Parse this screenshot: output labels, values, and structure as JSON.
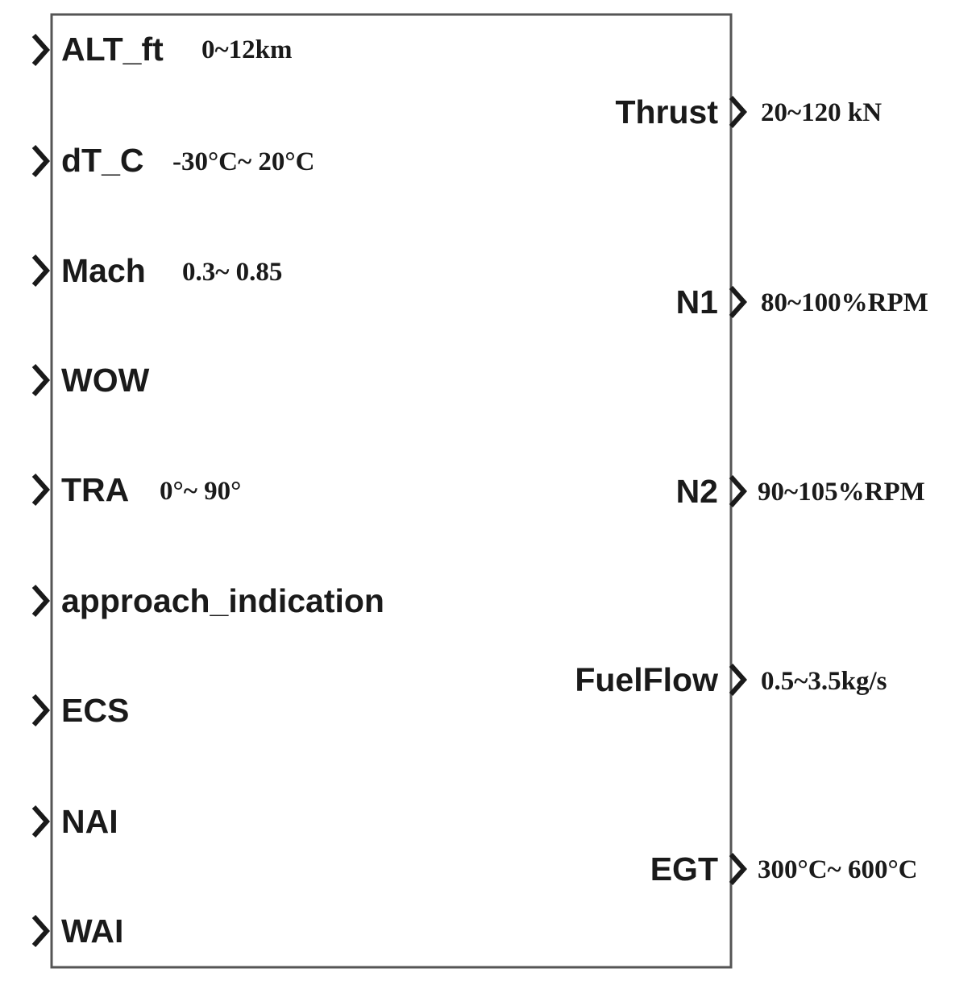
{
  "block": {
    "inputs": [
      {
        "name": "ALT_ft",
        "range": "0~12km"
      },
      {
        "name": "dT_C",
        "range": "-30°C~ 20°C"
      },
      {
        "name": "Mach",
        "range": "0.3~ 0.85"
      },
      {
        "name": "WOW",
        "range": ""
      },
      {
        "name": "TRA",
        "range": "0°~ 90°"
      },
      {
        "name": "approach_indication",
        "range": ""
      },
      {
        "name": "ECS",
        "range": ""
      },
      {
        "name": "NAI",
        "range": ""
      },
      {
        "name": "WAI",
        "range": ""
      }
    ],
    "outputs": [
      {
        "name": "Thrust",
        "range": "20~120 kN"
      },
      {
        "name": "N1",
        "range": "80~100%RPM"
      },
      {
        "name": "N2",
        "range": "90~105%RPM"
      },
      {
        "name": "FuelFlow",
        "range": "0.5~3.5kg/s"
      },
      {
        "name": "EGT",
        "range": "300°C~ 600°C"
      }
    ]
  }
}
